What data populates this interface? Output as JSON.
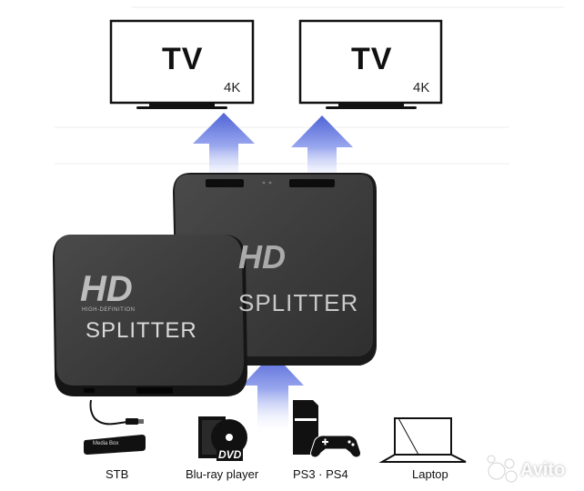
{
  "tv_left": {
    "label": "TV",
    "resolution": "4K"
  },
  "tv_right": {
    "label": "TV",
    "resolution": "4K"
  },
  "splitter_front": {
    "logo": "HD",
    "subtitle": "HIGH-DEFINITION",
    "name": "SPLITTER"
  },
  "splitter_back": {
    "logo": "HD",
    "name": "SPLITTER"
  },
  "sources": [
    {
      "label": "STB",
      "icon": "stb-icon"
    },
    {
      "label": "Blu-ray player",
      "icon": "bluray-dvd-icon",
      "badge": "DVD"
    },
    {
      "label": "PS3 · PS4",
      "icon": "playstation-icon"
    },
    {
      "label": "Laptop",
      "icon": "laptop-icon"
    }
  ],
  "stb_device_text": "Media Box",
  "watermark": "Avito",
  "colors": {
    "arrow_blue": "#4f6bd8",
    "device_body": "#2b2b2b",
    "device_top": "#3a3a3a"
  }
}
